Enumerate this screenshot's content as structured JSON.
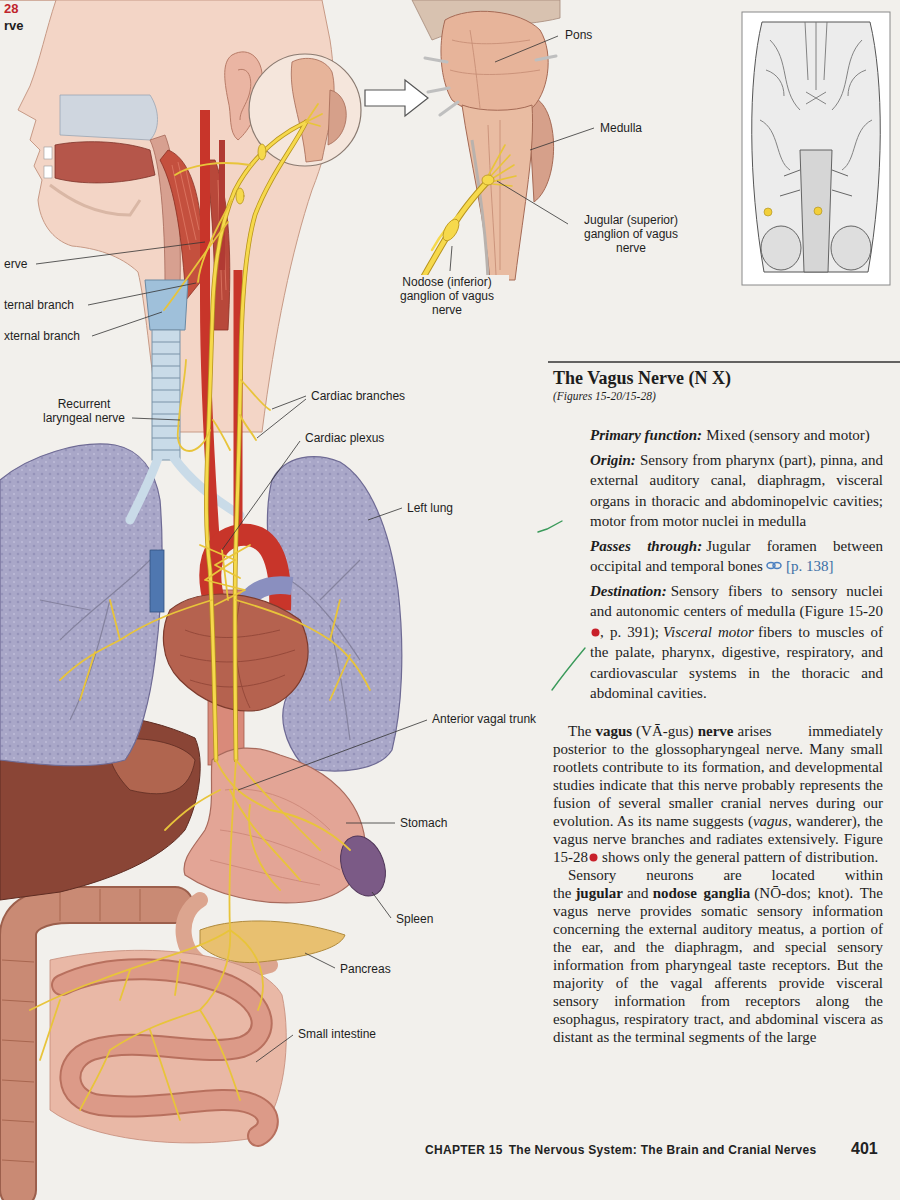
{
  "diagram": {
    "title": "The Vagus Nerve (N X)",
    "labels": [
      "28",
      "rve",
      "Pons",
      "Medulla",
      "Jugular (superior) ganglion of vagus nerve",
      "Nodose (inferior) ganglion of vagus nerve",
      "erve",
      "ternal branch",
      "xternal branch",
      "Recurrent laryngeal nerve",
      "Cardiac branches",
      "Cardiac plexus",
      "Left lung",
      "Anterior vagal trunk",
      "Stomach",
      "Spleen",
      "Pancreas",
      "Small intestine",
      "(Figures 15-20/15-28)",
      "Primary function:",
      "Mixed (sensory and motor)",
      "Origin:",
      "Sensory from pharynx (part), pinna, and external auditory canal, diaphragm, visceral organs in thoracic and abdominopelvic cavities; motor from motor nuclei in medulla",
      "Passes through:",
      "Jugular foramen between occipital and temporal bones",
      "[p. 138]",
      "Destination:",
      "Sensory fibers to sensory nuclei and autonomic centers of medulla (Figure 15-20",
      ", p. 391);",
      "Visceral motor",
      "fibers to muscles of the palate, pharynx, digestive, respiratory, and cardiovascular systems in the thoracic and abdominal cavities.",
      "The",
      "vagus",
      "(VĀ-gus)",
      "nerve",
      "arises immediately posterior to the glossopharyngeal nerve. Many small rootlets contribute to its formation, and developmental studies indicate that this nerve probably represents the fusion of several smaller cranial nerves during our evolution. As its name suggests (",
      "vagus",
      ", wanderer), the vagus nerve branches and radiates extensively. Figure 15-28",
      "shows only the general pattern of distribution.",
      "Sensory neurons are located within the",
      "jugular",
      "and",
      "nodose ganglia",
      "(NŌ-dos; knot). The vagus nerve provides somatic sensory information concerning the external auditory meatus, a portion of the ear, and the diaphragm, and special sensory information from pharyngeal taste receptors. But the majority of the vagal afferents provide visceral sensory information from receptors along the esophagus, respiratory tract, and abdominal viscera as distant as the terminal segments of the large",
      "CHAPTER 15",
      "The Nervous System: The Brain and Cranial Nerves",
      "401"
    ]
  }
}
